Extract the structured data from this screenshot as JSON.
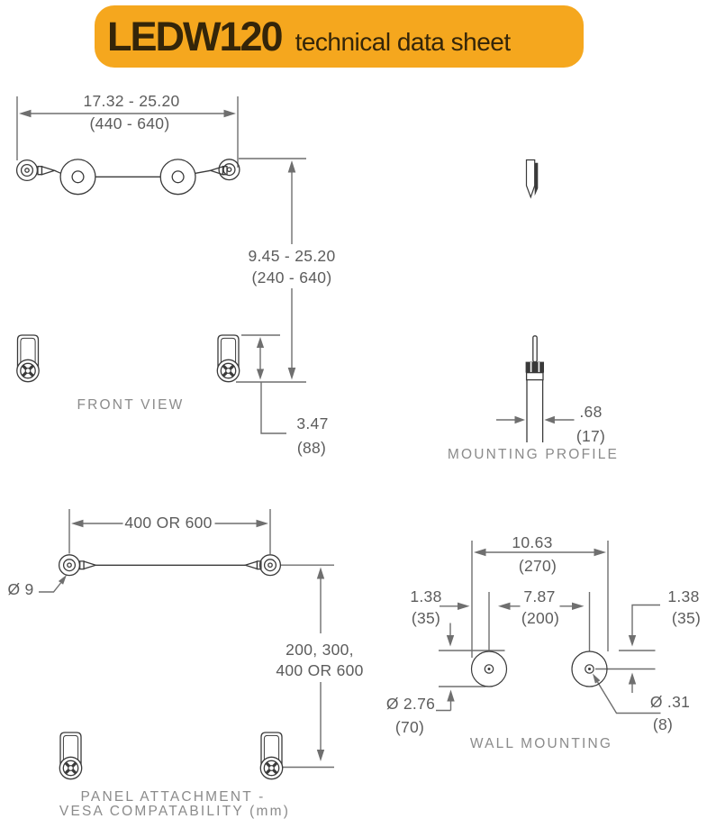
{
  "header": {
    "product": "LEDW120",
    "subtitle": "technical data sheet",
    "banner_color": "#F5A71E",
    "banner_text_color": "#342509"
  },
  "front_view": {
    "caption": "FRONT VIEW",
    "width_in": "17.32 - 25.20",
    "width_mm": "(440 - 640)",
    "height_in": "9.45 - 25.20",
    "height_mm": "(240 - 640)",
    "bracket_height_in": "3.47",
    "bracket_height_mm": "(88)"
  },
  "mounting_profile": {
    "caption": "MOUNTING PROFILE",
    "depth_in": ".68",
    "depth_mm": "(17)"
  },
  "panel_attachment": {
    "caption_line1": "PANEL ATTACHMENT -",
    "caption_line2": "VESA COMPATABILITY (mm)",
    "hole_spacing_horizontal": "400 OR 600",
    "hole_diameter": "Ø 9",
    "hole_spacing_vertical_line1": "200, 300,",
    "hole_spacing_vertical_line2": "400 OR 600"
  },
  "wall_mounting": {
    "caption": "WALL MOUNTING",
    "overall_width_in": "10.63",
    "overall_width_mm": "(270)",
    "hole_centers_in": "7.87",
    "hole_centers_mm": "(200)",
    "left_offset_in": "1.38",
    "left_offset_mm": "(35)",
    "right_offset_in": "1.38",
    "right_offset_mm": "(35)",
    "plate_diameter_in": "Ø 2.76",
    "plate_diameter_mm": "(70)",
    "hole_diameter_in": "Ø .31",
    "hole_diameter_mm": "(8)"
  },
  "colors": {
    "dimension_lines": "#6f6f6f",
    "dimension_text": "#5c5c5c",
    "caption_text": "#8b8b8b",
    "drawing_lines": "#3a3a3a"
  }
}
